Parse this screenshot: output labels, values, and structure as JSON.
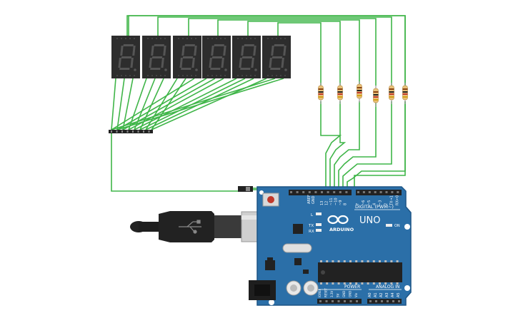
{
  "board": {
    "brand_text": "ARDUINO",
    "model_text": "UNO",
    "digital_label": "DIGITAL (PWM~)",
    "power_label": "POWER",
    "analog_label": "ANALOG IN",
    "on_label": "ON",
    "l_label": "L",
    "tx_label": "TX",
    "rx_label": "RX",
    "aref_label": "AREF",
    "gnd_label": "GND",
    "digital_pins": [
      "13",
      "12",
      "~11",
      "~10",
      "~9",
      "8",
      "7",
      "~6",
      "~5",
      "4",
      "~3",
      "2",
      "TX→1",
      "RX←0"
    ],
    "power_pins": [
      "IOREF",
      "RESET",
      "3.3V",
      "5V",
      "GND",
      "GND",
      "Vin"
    ],
    "analog_pins": [
      "A0",
      "A1",
      "A2",
      "A3",
      "A4",
      "A5"
    ]
  },
  "components": {
    "seven_segment_count": 6,
    "resistor_count": 6,
    "header_pin_count": 8
  },
  "colors": {
    "wire": "#3fb548",
    "board": "#2b6fa8",
    "board_edge": "#1d5586",
    "display_body": "#2d2d2d",
    "segment_off": "#555555",
    "resistor_body": "#e8c07a",
    "usb_cable": "#222222",
    "usb_metal": "#c8c8c8"
  }
}
